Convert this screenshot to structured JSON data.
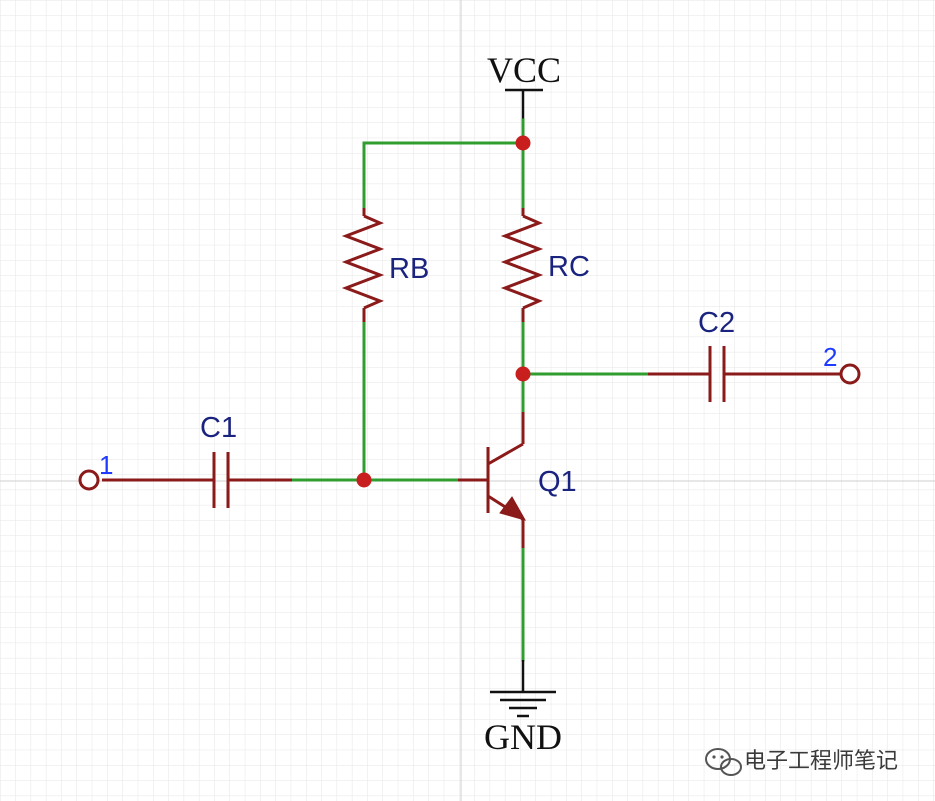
{
  "power": {
    "vcc": "VCC",
    "gnd": "GND"
  },
  "components": {
    "rb": "RB",
    "rc": "RC",
    "c1": "C1",
    "c2": "C2",
    "q1": "Q1"
  },
  "ports": {
    "input": "1",
    "output": "2"
  },
  "watermark": "电子工程师笔记",
  "colors": {
    "wire": "#2f9e2f",
    "component": "#8b1a1a",
    "junction": "#c81e1e",
    "label": "#1a237e",
    "pin": "#1f3bff",
    "grid": "#e6e6e6"
  }
}
